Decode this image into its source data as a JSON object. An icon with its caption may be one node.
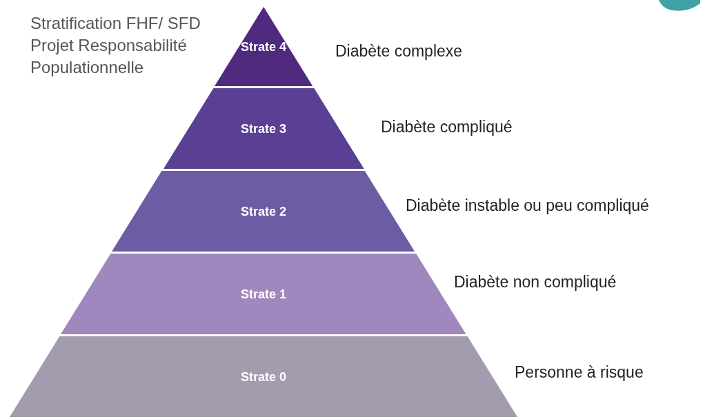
{
  "diagram": {
    "title": "Stratification FHF/ SFD Projet Responsabilité Populationnelle",
    "nodes": [
      {
        "text": [
          "Strate 4"
        ],
        "beside": [
          "Diabète complexe"
        ]
      },
      {
        "text": [
          "Strate 3"
        ],
        "beside": [
          "Diabète compliqué"
        ]
      },
      {
        "text": [
          "Strate 2"
        ],
        "beside": [
          "Diabète instable ou peu compliqué"
        ]
      },
      {
        "text": [
          "Strate 1"
        ],
        "beside": [
          "Diabète non compliqué"
        ]
      },
      {
        "text": [
          "Strate 0"
        ],
        "beside": [
          "Personne à risque"
        ]
      }
    ],
    "edges": []
  }
}
